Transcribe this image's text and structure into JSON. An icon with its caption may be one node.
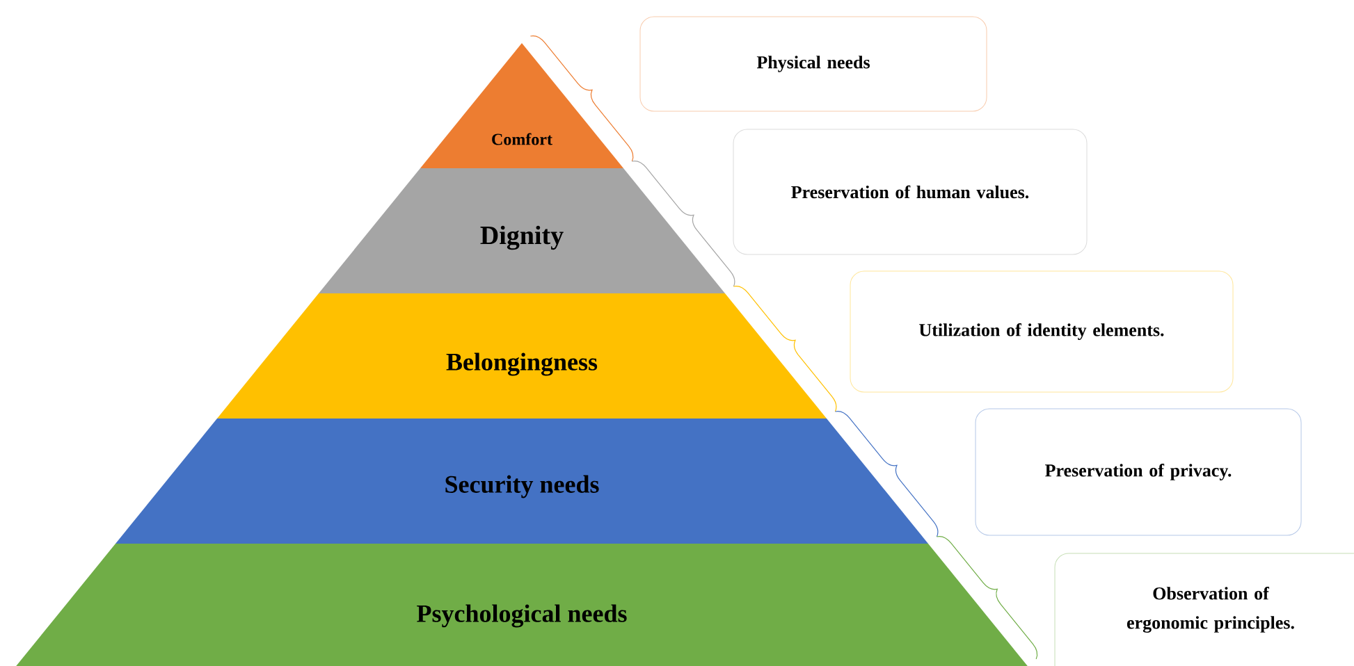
{
  "diagram": {
    "nodes": [
      {
        "text": [
          "Comfort"
        ]
      },
      {
        "text": [
          "Dignity"
        ]
      },
      {
        "text": [
          "Belongingness"
        ]
      },
      {
        "text": [
          "Security needs"
        ]
      },
      {
        "text": [
          "Psychological needs"
        ]
      },
      {
        "text": [
          "Physical needs"
        ]
      },
      {
        "text": [
          "Preservation of human values."
        ]
      },
      {
        "text": [
          "Utilization of identity elements."
        ]
      },
      {
        "text": [
          "Preservation of privacy."
        ]
      },
      {
        "text": [
          "Observation of ergonomic principles."
        ]
      }
    ]
  }
}
